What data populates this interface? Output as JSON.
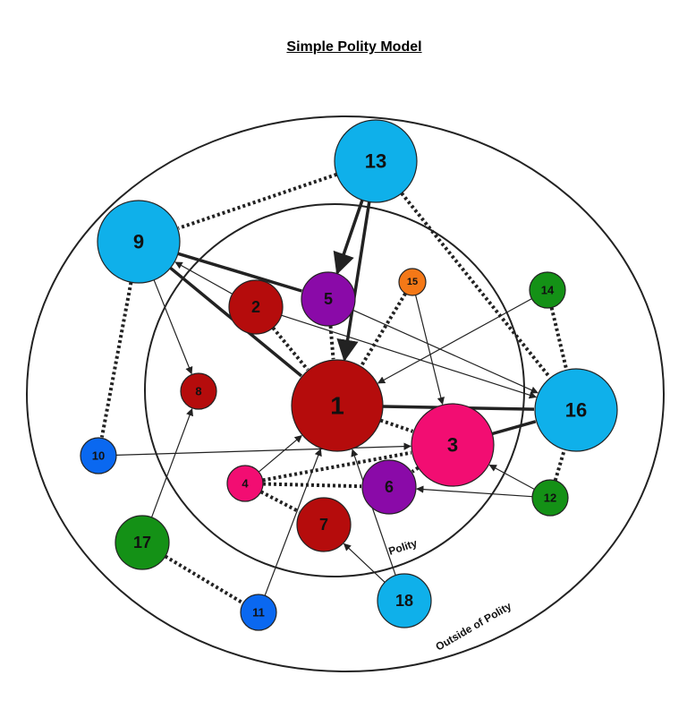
{
  "title": "Simple Polity Model",
  "regions": {
    "inner": "Polity",
    "outer": "Outside of Polity"
  },
  "colors": {
    "dark_red": "#b50c0c",
    "purple": "#8a0aa8",
    "pink": "#f20d72",
    "sky_blue": "#0fb0ea",
    "blue": "#0a68f0",
    "green": "#149116",
    "orange": "#f47817",
    "stroke": "#222222"
  },
  "nodes": [
    {
      "id": "1",
      "label": "1",
      "color": "dark_red",
      "size": "xl"
    },
    {
      "id": "2",
      "label": "2",
      "color": "dark_red",
      "size": "m"
    },
    {
      "id": "3",
      "label": "3",
      "color": "pink",
      "size": "l"
    },
    {
      "id": "4",
      "label": "4",
      "color": "pink",
      "size": "s"
    },
    {
      "id": "5",
      "label": "5",
      "color": "purple",
      "size": "m"
    },
    {
      "id": "6",
      "label": "6",
      "color": "purple",
      "size": "m"
    },
    {
      "id": "7",
      "label": "7",
      "color": "dark_red",
      "size": "m"
    },
    {
      "id": "8",
      "label": "8",
      "color": "dark_red",
      "size": "s"
    },
    {
      "id": "9",
      "label": "9",
      "color": "sky_blue",
      "size": "l"
    },
    {
      "id": "10",
      "label": "10",
      "color": "blue",
      "size": "s"
    },
    {
      "id": "11",
      "label": "11",
      "color": "blue",
      "size": "s"
    },
    {
      "id": "12",
      "label": "12",
      "color": "green",
      "size": "s"
    },
    {
      "id": "13",
      "label": "13",
      "color": "sky_blue",
      "size": "l"
    },
    {
      "id": "14",
      "label": "14",
      "color": "green",
      "size": "s"
    },
    {
      "id": "15",
      "label": "15",
      "color": "orange",
      "size": "xs"
    },
    {
      "id": "16",
      "label": "16",
      "color": "sky_blue",
      "size": "l"
    },
    {
      "id": "17",
      "label": "17",
      "color": "green",
      "size": "m"
    },
    {
      "id": "18",
      "label": "18",
      "color": "sky_blue",
      "size": "m"
    }
  ],
  "edges": [
    {
      "from": "9",
      "to": "5",
      "style": "thick"
    },
    {
      "from": "9",
      "to": "1",
      "style": "thick"
    },
    {
      "from": "1",
      "to": "16",
      "style": "thick"
    },
    {
      "from": "3",
      "to": "16",
      "style": "thick"
    },
    {
      "from": "13",
      "to": "5",
      "style": "thick-arrow"
    },
    {
      "from": "13",
      "to": "1",
      "style": "thick-arrow"
    },
    {
      "from": "5",
      "to": "16",
      "style": "arrow"
    },
    {
      "from": "2",
      "to": "16",
      "style": "arrow"
    },
    {
      "from": "2",
      "to": "9",
      "style": "arrow"
    },
    {
      "from": "9",
      "to": "8",
      "style": "arrow"
    },
    {
      "from": "14",
      "to": "1",
      "style": "arrow"
    },
    {
      "from": "15",
      "to": "3",
      "style": "arrow"
    },
    {
      "from": "10",
      "to": "3",
      "style": "arrow"
    },
    {
      "from": "4",
      "to": "1",
      "style": "arrow"
    },
    {
      "from": "11",
      "to": "1",
      "style": "arrow"
    },
    {
      "from": "18",
      "to": "1",
      "style": "arrow"
    },
    {
      "from": "18",
      "to": "7",
      "style": "arrow"
    },
    {
      "from": "17",
      "to": "8",
      "style": "arrow"
    },
    {
      "from": "12",
      "to": "3",
      "style": "arrow"
    },
    {
      "from": "12",
      "to": "6",
      "style": "arrow"
    },
    {
      "from": "13",
      "to": "9",
      "style": "dotted"
    },
    {
      "from": "13",
      "to": "16",
      "style": "dotted"
    },
    {
      "from": "9",
      "to": "10",
      "style": "dotted"
    },
    {
      "from": "2",
      "to": "1",
      "style": "dotted"
    },
    {
      "from": "5",
      "to": "1",
      "style": "dotted"
    },
    {
      "from": "15",
      "to": "1",
      "style": "dotted"
    },
    {
      "from": "14",
      "to": "16",
      "style": "dotted"
    },
    {
      "from": "1",
      "to": "3",
      "style": "dotted"
    },
    {
      "from": "3",
      "to": "6",
      "style": "dotted"
    },
    {
      "from": "4",
      "to": "3",
      "style": "dotted"
    },
    {
      "from": "4",
      "to": "6",
      "style": "dotted"
    },
    {
      "from": "4",
      "to": "7",
      "style": "dotted"
    },
    {
      "from": "12",
      "to": "16",
      "style": "dotted"
    },
    {
      "from": "17",
      "to": "11",
      "style": "dotted"
    }
  ]
}
